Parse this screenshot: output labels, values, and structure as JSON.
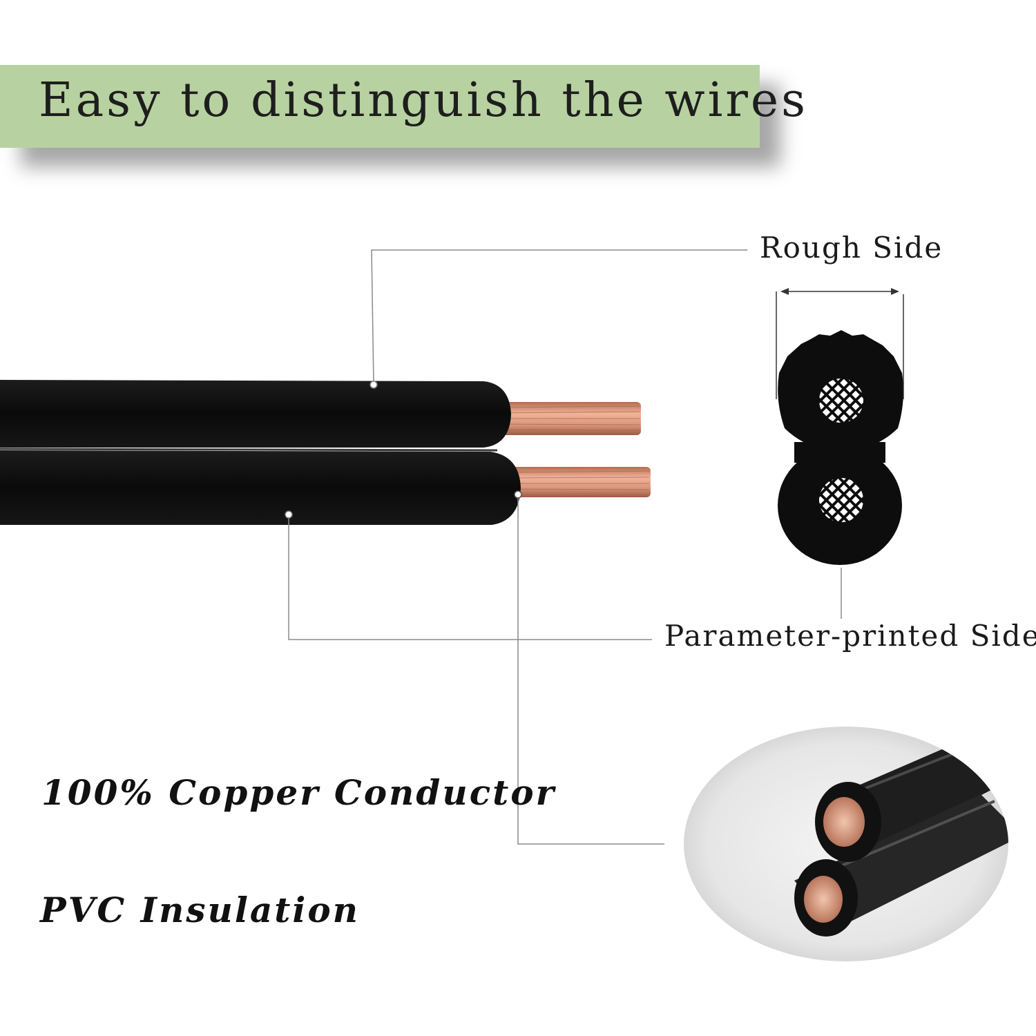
{
  "banner": {
    "title": "Easy to distinguish the wires",
    "color": "#b7d2a0"
  },
  "labels": {
    "rough_side": "Rough Side",
    "parameter_side": "Parameter-printed Side",
    "conductor": "100% Copper Conductor",
    "insulation": "PVC Insulation"
  },
  "colors": {
    "insulation": "#0d0d0d",
    "copper": "#d9957a",
    "leader_line": "#8a8a8a"
  }
}
